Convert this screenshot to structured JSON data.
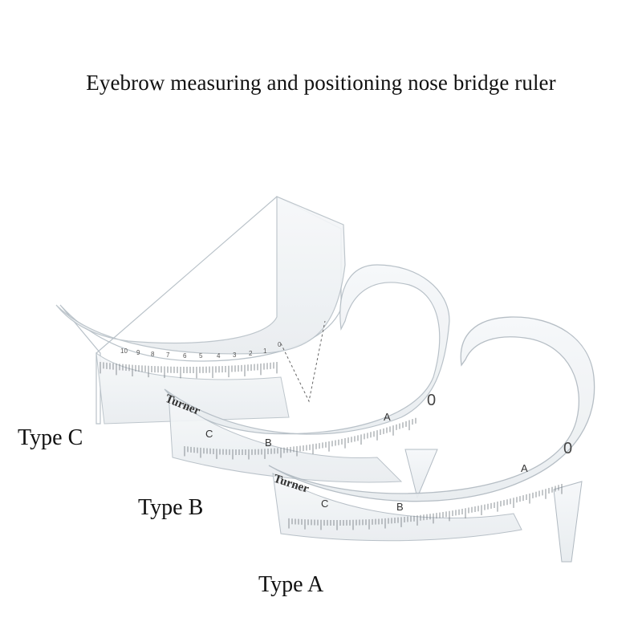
{
  "title": "Eyebrow measuring and positioning nose bridge ruler",
  "labels": {
    "type_c": "Type C",
    "type_b": "Type B",
    "type_a": "Type A"
  },
  "ruler_markings": {
    "brand": "Turner",
    "letters": [
      "A",
      "B",
      "C"
    ],
    "zero": "0",
    "type_c_scale": [
      "10",
      "9",
      "8",
      "7",
      "6",
      "5",
      "4",
      "3",
      "2",
      "1",
      "0"
    ]
  }
}
